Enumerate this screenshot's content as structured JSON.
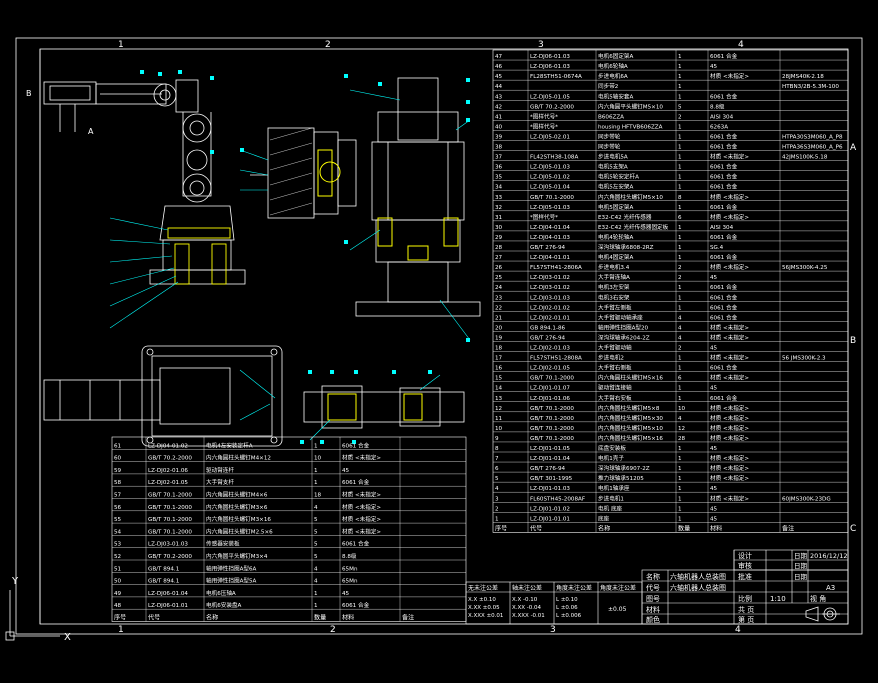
{
  "colors": {
    "background": "#000000",
    "line": "#ffffff",
    "section": "#ffff00",
    "balloon": "#00ffff",
    "leader": "#00ffff",
    "hatch": "#ffffff"
  },
  "zones": {
    "top": [
      "1",
      "2",
      "3",
      "4"
    ],
    "bottom": [
      "1",
      "2",
      "3",
      "4"
    ],
    "right": [
      "A",
      "B",
      "C"
    ]
  },
  "bom_header": {
    "no": "序号",
    "code": "代号",
    "name": "名称",
    "qty": "数量",
    "material": "材料",
    "note": "备注"
  },
  "bom_right": [
    {
      "no": "47",
      "code": "LZ-DJ06-01.03",
      "name": "电机6固定架A",
      "qty": "1",
      "mat": "6061 合金",
      "note": ""
    },
    {
      "no": "46",
      "code": "LZ-DJ06-01.03",
      "name": "电机6轮轴A",
      "qty": "1",
      "mat": "45",
      "note": ""
    },
    {
      "no": "45",
      "code": "FL28STH51-0674A",
      "name": "步进电机6A",
      "qty": "1",
      "mat": "材质 <未指定>",
      "note": "28JMS40K-2.18"
    },
    {
      "no": "44",
      "code": "",
      "name": "同步带2",
      "qty": "1",
      "mat": "",
      "note": "HTBN3/2B-5.3M-100"
    },
    {
      "no": "43",
      "code": "LZ-DJ05-01.05",
      "name": "电机5轴安套A",
      "qty": "1",
      "mat": "6061 合金",
      "note": ""
    },
    {
      "no": "42",
      "code": "GB/T 70.2-2000",
      "name": "内六角圆平头螺钉M5×10",
      "qty": "5",
      "mat": "8.8级",
      "note": ""
    },
    {
      "no": "41",
      "code": "*图样代号*",
      "name": "B606ZZA",
      "qty": "2",
      "mat": "AISI 304",
      "note": ""
    },
    {
      "no": "40",
      "code": "*图样代号*",
      "name": "housing HFTVB606ZZA",
      "qty": "1",
      "mat": "6263A",
      "note": ""
    },
    {
      "no": "39",
      "code": "LZ-DJ05-02.01",
      "name": "同步带轮",
      "qty": "1",
      "mat": "6061 合金",
      "note": "HTPA30S3M060_A_P8"
    },
    {
      "no": "38",
      "code": "",
      "name": "同步带轮",
      "qty": "1",
      "mat": "6061 合金",
      "note": "HTPA36S3M060_A_P6"
    },
    {
      "no": "37",
      "code": "FL42STH38-108A",
      "name": "步进电机5A",
      "qty": "1",
      "mat": "材质 <未指定>",
      "note": "42JMS100K-5.18"
    },
    {
      "no": "36",
      "code": "LZ-DJ05-01.03",
      "name": "电机5支架A",
      "qty": "1",
      "mat": "6061 合金",
      "note": ""
    },
    {
      "no": "35",
      "code": "LZ-DJ05-01.02",
      "name": "电机5轮安定杆A",
      "qty": "1",
      "mat": "6061 合金",
      "note": ""
    },
    {
      "no": "34",
      "code": "LZ-DJ05-01.04",
      "name": "电机5左安架A",
      "qty": "1",
      "mat": "6061 合金",
      "note": ""
    },
    {
      "no": "33",
      "code": "GB/T 70.1-2000",
      "name": "内六角圆柱头螺钉M5×10",
      "qty": "8",
      "mat": "材质 <未指定>",
      "note": ""
    },
    {
      "no": "32",
      "code": "LZ-DJ05-01.03",
      "name": "电机5固定架A",
      "qty": "1",
      "mat": "6061 合金",
      "note": ""
    },
    {
      "no": "31",
      "code": "*图样代号*",
      "name": "E32-C42 光纤传感器",
      "qty": "6",
      "mat": "材质 <未指定>",
      "note": ""
    },
    {
      "no": "30",
      "code": "LZ-DJ04-01.04",
      "name": "E32-C42 光纤传感器固定板",
      "qty": "1",
      "mat": "AISI 304",
      "note": ""
    },
    {
      "no": "29",
      "code": "LZ-DJ04-01.03",
      "name": "电机4轮轮轴A",
      "qty": "1",
      "mat": "6061 合金",
      "note": ""
    },
    {
      "no": "28",
      "code": "GB/T 276-94",
      "name": "深沟球轴承6808-2RZ",
      "qty": "1",
      "mat": "SG.4",
      "note": ""
    },
    {
      "no": "27",
      "code": "LZ-DJ04-01.01",
      "name": "电机4固定架A",
      "qty": "1",
      "mat": "6061 合金",
      "note": ""
    },
    {
      "no": "26",
      "code": "FL57STH41-2806A",
      "name": "步进电机3.4",
      "qty": "2",
      "mat": "材质 <未指定>",
      "note": "56JMS300K-4.25"
    },
    {
      "no": "25",
      "code": "LZ-DJ03-01.02",
      "name": "大手臂连轴A",
      "qty": "2",
      "mat": "45",
      "note": ""
    },
    {
      "no": "24",
      "code": "LZ-DJ03-01.02",
      "name": "电机3左安架",
      "qty": "1",
      "mat": "6061 合金",
      "note": ""
    },
    {
      "no": "23",
      "code": "LZ-DJ03-01.03",
      "name": "电机3右安架",
      "qty": "1",
      "mat": "6061 合金",
      "note": ""
    },
    {
      "no": "22",
      "code": "LZ-DJ02-01.02",
      "name": "大手臂左侧板",
      "qty": "1",
      "mat": "6061 合金",
      "note": ""
    },
    {
      "no": "21",
      "code": "LZ-DJ02-01.01",
      "name": "大手臂驱动轴承座",
      "qty": "4",
      "mat": "6061 合金",
      "note": ""
    },
    {
      "no": "20",
      "code": "GB 894.1-86",
      "name": "轴用弹性挡圈A型20",
      "qty": "4",
      "mat": "材质 <未指定>",
      "note": ""
    },
    {
      "no": "19",
      "code": "GB/T 276-94",
      "name": "深沟球轴承6204-2Z",
      "qty": "4",
      "mat": "材质 <未指定>",
      "note": ""
    },
    {
      "no": "18",
      "code": "LZ-DJ02-01.03",
      "name": "大手臂驱动轴",
      "qty": "2",
      "mat": "45",
      "note": ""
    },
    {
      "no": "17",
      "code": "FL57STH51-2808A",
      "name": "步进电机2",
      "qty": "1",
      "mat": "材质 <未指定>",
      "note": "56 JMS300K-2.3"
    },
    {
      "no": "16",
      "code": "LZ-DJ02-01.05",
      "name": "大手臂右侧板",
      "qty": "1",
      "mat": "6061 合金",
      "note": ""
    },
    {
      "no": "15",
      "code": "GB/T 70.1-2000",
      "name": "内六角圆柱头螺钉M5×16",
      "qty": "6",
      "mat": "材质 <未指定>",
      "note": ""
    },
    {
      "no": "14",
      "code": "LZ-DJ01-01.07",
      "name": "驱动臂连接轴",
      "qty": "1",
      "mat": "45",
      "note": ""
    },
    {
      "no": "13",
      "code": "LZ-DJ01-01.06",
      "name": "大手臂右安板",
      "qty": "1",
      "mat": "6061 合金",
      "note": ""
    },
    {
      "no": "12",
      "code": "GB/T 70.1-2000",
      "name": "内六角圆柱头螺钉M5×8",
      "qty": "10",
      "mat": "材质 <未指定>",
      "note": ""
    },
    {
      "no": "11",
      "code": "GB/T 70.1-2000",
      "name": "内六角圆柱头螺钉M5×30",
      "qty": "4",
      "mat": "材质 <未指定>",
      "note": ""
    },
    {
      "no": "10",
      "code": "GB/T 70.1-2000",
      "name": "内六角圆柱头螺钉M5×10",
      "qty": "12",
      "mat": "材质 <未指定>",
      "note": ""
    },
    {
      "no": "9",
      "code": "GB/T 70.1-2000",
      "name": "内六角圆柱头螺钉M5×16",
      "qty": "28",
      "mat": "材质 <未指定>",
      "note": ""
    },
    {
      "no": "8",
      "code": "LZ-DJ01-01.05",
      "name": "底盘安装板",
      "qty": "1",
      "mat": "45",
      "note": ""
    },
    {
      "no": "7",
      "code": "LZ-DJ01-01.04",
      "name": "电机1壳子",
      "qty": "1",
      "mat": "材质 <未指定>",
      "note": ""
    },
    {
      "no": "6",
      "code": "GB/T 276-94",
      "name": "深沟球轴承6907-2Z",
      "qty": "1",
      "mat": "材质 <未指定>",
      "note": ""
    },
    {
      "no": "5",
      "code": "GB/T 301-1995",
      "name": "推力球轴承51205",
      "qty": "1",
      "mat": "材质 <未指定>",
      "note": ""
    },
    {
      "no": "4",
      "code": "LZ-DJ01-01.03",
      "name": "电机1轴承座",
      "qty": "1",
      "mat": "45",
      "note": ""
    },
    {
      "no": "3",
      "code": "FL60STH45-2008AF",
      "name": "步进电机1",
      "qty": "1",
      "mat": "材质 <未指定>",
      "note": "60JMS300K-23DG"
    },
    {
      "no": "2",
      "code": "LZ-DJ01-01.02",
      "name": "电机 底座",
      "qty": "1",
      "mat": "45",
      "note": ""
    },
    {
      "no": "1",
      "code": "LZ-DJ01-01.01",
      "name": "底座",
      "qty": "1",
      "mat": "45",
      "note": ""
    }
  ],
  "bom_left": [
    {
      "no": "61",
      "code": "LZ-DJ04-01.02",
      "name": "电机4左安装定杆A",
      "qty": "1",
      "mat": "6061 合金",
      "note": ""
    },
    {
      "no": "60",
      "code": "GB/T 70.2-2000",
      "name": "内六角圆柱头螺钉M4×12",
      "qty": "10",
      "mat": "材质 <未指定>",
      "note": ""
    },
    {
      "no": "59",
      "code": "LZ-DJ02-01.06",
      "name": "驱动臂连杆",
      "qty": "1",
      "mat": "45",
      "note": ""
    },
    {
      "no": "58",
      "code": "LZ-DJ02-01.05",
      "name": "大手臂支杆",
      "qty": "1",
      "mat": "6061 合金",
      "note": ""
    },
    {
      "no": "57",
      "code": "GB/T 70.1-2000",
      "name": "内六角圆柱头螺钉M4×6",
      "qty": "18",
      "mat": "材质 <未指定>",
      "note": ""
    },
    {
      "no": "56",
      "code": "GB/T 70.1-2000",
      "name": "内六角圆柱头螺钉M3×6",
      "qty": "4",
      "mat": "材质 <未指定>",
      "note": ""
    },
    {
      "no": "55",
      "code": "GB/T 70.1-2000",
      "name": "内六角圆柱头螺钉M3×16",
      "qty": "5",
      "mat": "材质 <未指定>",
      "note": ""
    },
    {
      "no": "54",
      "code": "GB/T 70.1-2000",
      "name": "内六角圆柱头螺钉M2.5×6",
      "qty": "5",
      "mat": "材质 <未指定>",
      "note": ""
    },
    {
      "no": "53",
      "code": "LZ-DJ03-01.03",
      "name": "传感器安装板",
      "qty": "5",
      "mat": "6061 合金",
      "note": ""
    },
    {
      "no": "52",
      "code": "GB/T 70.2-2000",
      "name": "内六角圆平头螺钉M3×4",
      "qty": "5",
      "mat": "8.8级",
      "note": ""
    },
    {
      "no": "51",
      "code": "GB/T 894.1",
      "name": "轴用弹性挡圈A型6A",
      "qty": "4",
      "mat": "65Mn",
      "note": ""
    },
    {
      "no": "50",
      "code": "GB/T 894.1",
      "name": "轴用弹性挡圈A型5A",
      "qty": "4",
      "mat": "65Mn",
      "note": ""
    },
    {
      "no": "49",
      "code": "LZ-DJ06-01.04",
      "name": "电机6压轴A",
      "qty": "1",
      "mat": "45",
      "note": ""
    },
    {
      "no": "48",
      "code": "LZ-DJ06-01.01",
      "name": "电机6安装盘A",
      "qty": "1",
      "mat": "6061 合金",
      "note": ""
    }
  ],
  "tolerance": {
    "headers": [
      "无未注公差",
      "轴未注公差",
      "角度未注公差",
      "角度未注公差"
    ],
    "rows": [
      [
        "X.X  ±0.10",
        "X.X  -0.10",
        "L   ±0.10",
        "±0.05"
      ],
      [
        "X.XX ±0.05",
        "X.XX -0.04",
        "L   ±0.06",
        ""
      ],
      [
        "X.XXX ±0.01",
        "X.XXX -0.01",
        "L   ±0.006",
        ""
      ]
    ]
  },
  "title_block": {
    "labels": [
      "名称",
      "代号",
      "图号",
      "材料",
      "颜色"
    ],
    "name": "六轴机器人总装图",
    "code": "六轴机器人总装图",
    "signs": [
      "设计",
      "审核",
      "批准",
      "共 页",
      "第 页",
      "比例"
    ],
    "date_label": "日期",
    "date": "2016/12/12",
    "scale": "1:10",
    "sheet": "A3",
    "view_label": "视 角"
  },
  "ucs": {
    "x": "X",
    "y": "Y"
  },
  "side_labels": {
    "b": "B",
    "a": "A"
  }
}
